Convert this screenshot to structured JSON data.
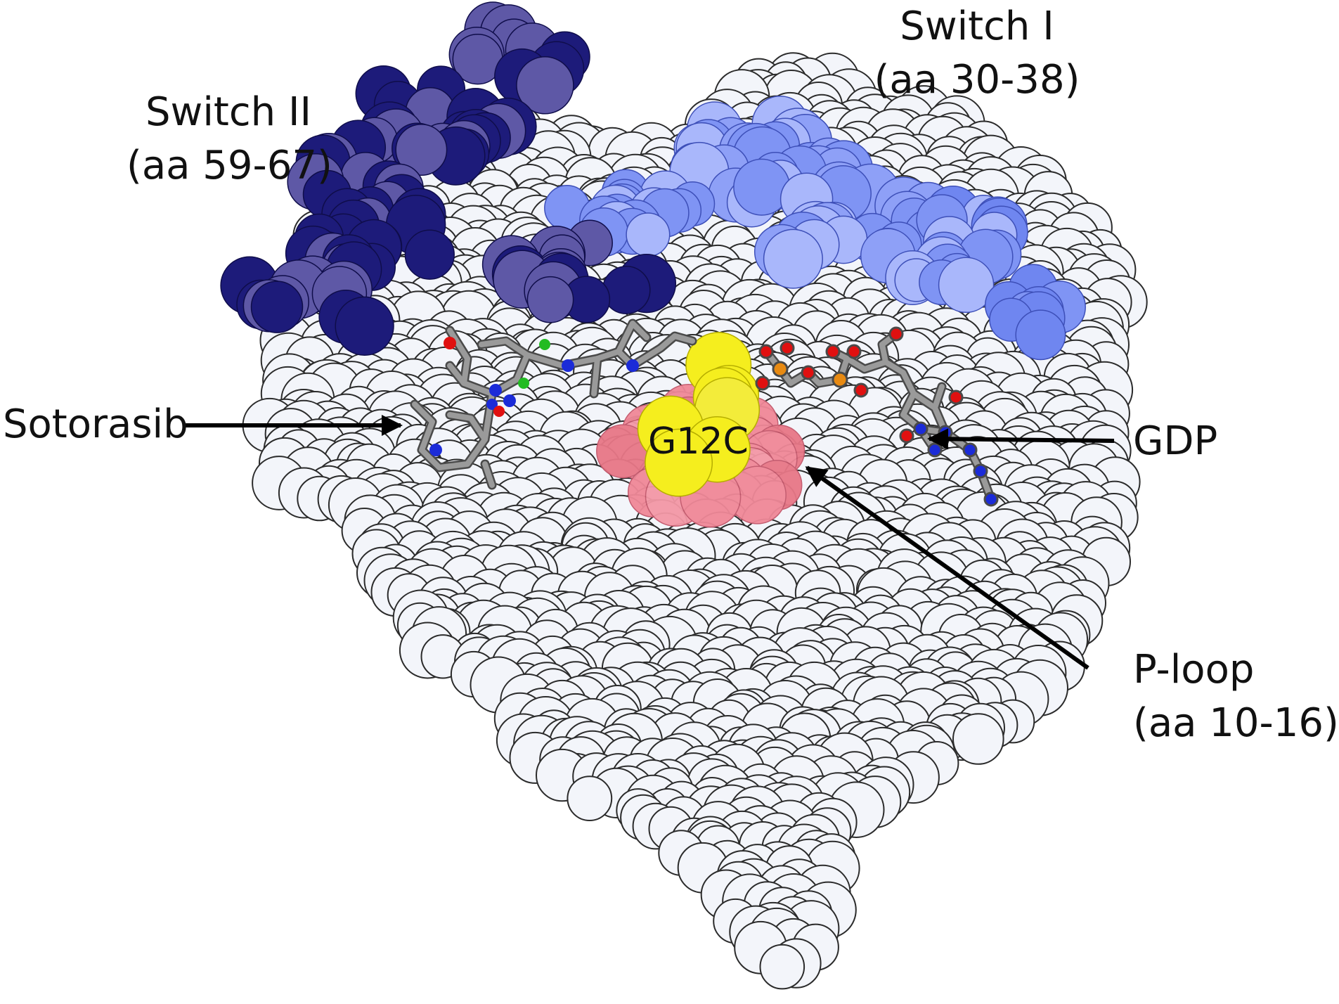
{
  "labels": {
    "switch_ii": {
      "line1": "Switch II",
      "line2": "(aa 59-67)"
    },
    "switch_i": {
      "line1": "Switch I",
      "line2": "(aa 30-38)"
    },
    "sotorasib": "Sotorasib",
    "gdp": "GDP",
    "g12c": "G12C",
    "p_loop": {
      "line1": "P-loop",
      "line2": "(aa 10-16)"
    }
  },
  "colors": {
    "protein": "#f3f5fa",
    "protein_outline": "#2b2b2b",
    "switch_ii": "#1d1b7a",
    "switch_ii_light": "#5e58a6",
    "switch_i": "#7f94f4",
    "switch_i_light": "#a9b7fb",
    "p_loop": "#f08898",
    "g12c": "#f5ee1e",
    "ligand_carbon": "#8a8a8a",
    "nitrogen": "#1b2bd8",
    "oxygen": "#e01010",
    "phosphorus": "#e88a12",
    "chlorine": "#22bb22",
    "arrow": "#000000"
  }
}
